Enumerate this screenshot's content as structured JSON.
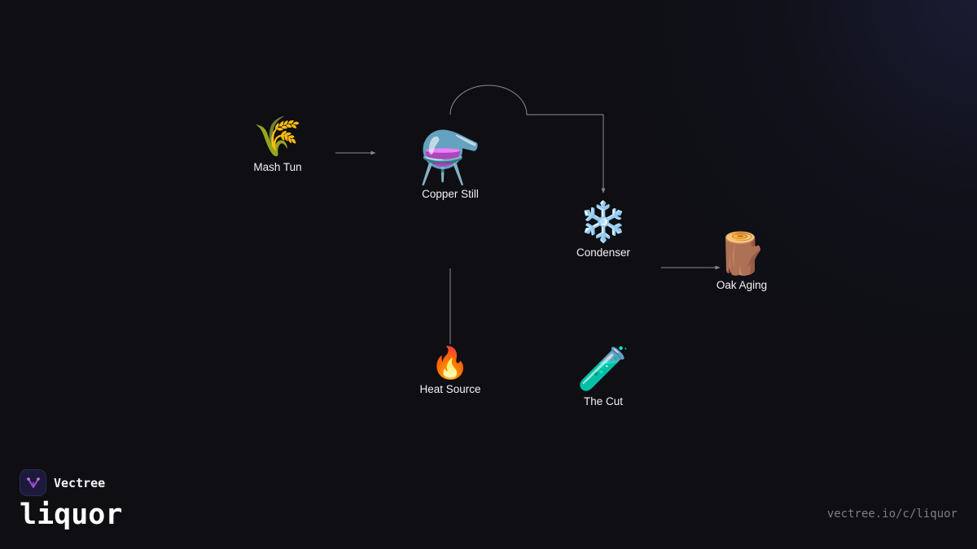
{
  "diagram": {
    "nodes": [
      {
        "id": "mash-tun",
        "label": "Mash Tun",
        "icon": "🌾",
        "icon_name": "wheat-icon"
      },
      {
        "id": "copper-still",
        "label": "Copper Still",
        "icon": "⚗️",
        "icon_name": "alembic-flask-icon"
      },
      {
        "id": "condenser",
        "label": "Condenser",
        "icon": "❄️",
        "icon_name": "snowflake-icon"
      },
      {
        "id": "oak-aging",
        "label": "Oak Aging",
        "icon": "🪵",
        "icon_name": "wood-log-icon"
      },
      {
        "id": "heat-source",
        "label": "Heat Source",
        "icon": "🔥",
        "icon_name": "fire-icon"
      },
      {
        "id": "the-cut",
        "label": "The Cut",
        "icon": "🧪",
        "icon_name": "test-tube-icon"
      }
    ],
    "edges": [
      {
        "from": "mash-tun",
        "to": "copper-still",
        "arrow": true
      },
      {
        "from": "copper-still",
        "to": "condenser",
        "arrow": true
      },
      {
        "from": "condenser",
        "to": "oak-aging",
        "arrow": true
      },
      {
        "from": "copper-still",
        "to": "heat-source",
        "arrow": false
      }
    ]
  },
  "brand": {
    "name": "Vectree",
    "logo_icon": "vectree-logo-icon",
    "accent": "#a24bd6"
  },
  "page": {
    "title": "liquor",
    "url": "vectree.io/c/liquor"
  },
  "colors": {
    "background": "#0e0e13",
    "edge": "#8a8a92",
    "label": "#f2f2f4",
    "url": "#7d7d86"
  }
}
